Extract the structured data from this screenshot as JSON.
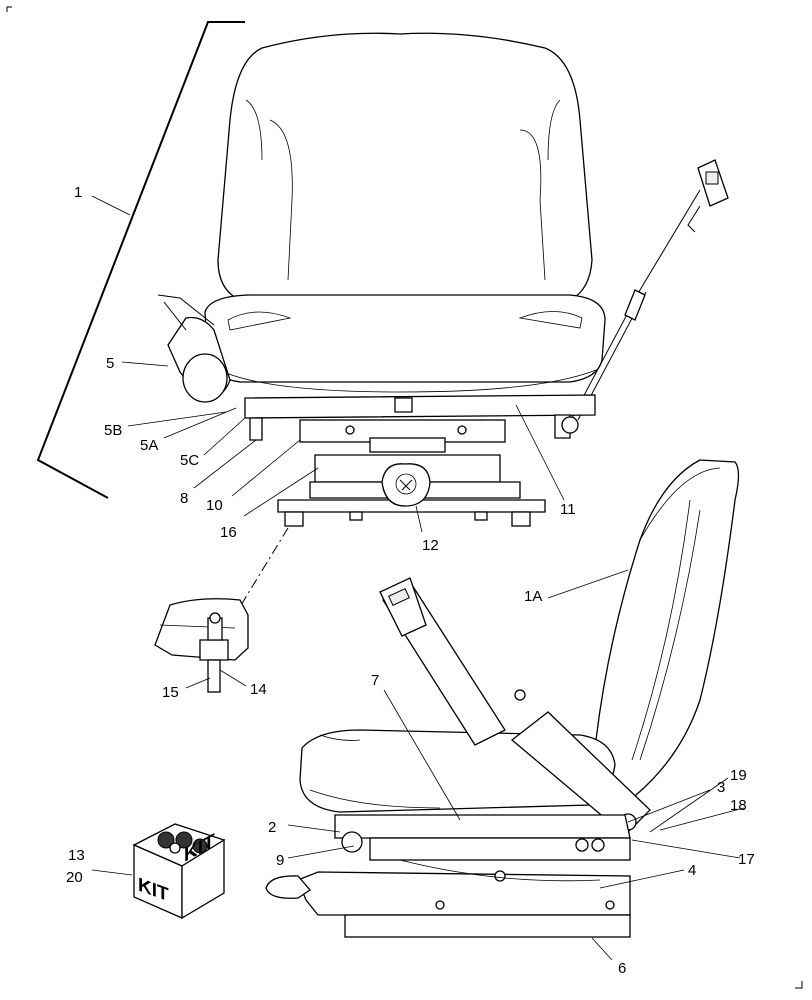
{
  "callouts": {
    "c1": "1",
    "c1a": "1A",
    "c2": "2",
    "c3": "3",
    "c4": "4",
    "c5": "5",
    "c5a": "5A",
    "c5b": "5B",
    "c5c": "5C",
    "c6": "6",
    "c7": "7",
    "c8": "8",
    "c9": "9",
    "c10": "10",
    "c11": "11",
    "c12": "12",
    "c13": "13",
    "c14": "14",
    "c15": "15",
    "c16": "16",
    "c17": "17",
    "c18": "18",
    "c19": "19",
    "c20": "20"
  },
  "kit": {
    "left_label": "KIT",
    "right_label": "KIT"
  }
}
